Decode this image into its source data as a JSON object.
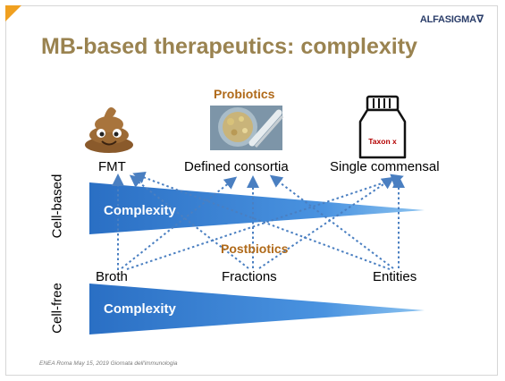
{
  "slide": {
    "logo": "ALFASIGMA",
    "title": "MB-based therapeutics: complexity",
    "footer": "ENEA Roma May 15, 2019 Giornata dell'immunologia"
  },
  "diagram": {
    "probiotics_label": "Probiotics",
    "postbiotics_label": "Postbiotics",
    "cell_based_label": "Cell-based",
    "cell_free_label": "Cell-free",
    "top_items": [
      "FMT",
      "Defined consortia",
      "Single commensal"
    ],
    "bottom_items": [
      "Broth",
      "Fractions",
      "Entities"
    ],
    "complexity_top": "Complexity",
    "complexity_bottom": "Complexity",
    "taxon_label": "Taxon x",
    "colors": {
      "wedge": "#2e7bd0",
      "arrow": "#4a7fc1",
      "title": "#9a8350",
      "accent": "#b06a1a"
    },
    "icons": [
      "poop-emoji-icon",
      "petri-dish-image",
      "bottle-icon"
    ]
  }
}
